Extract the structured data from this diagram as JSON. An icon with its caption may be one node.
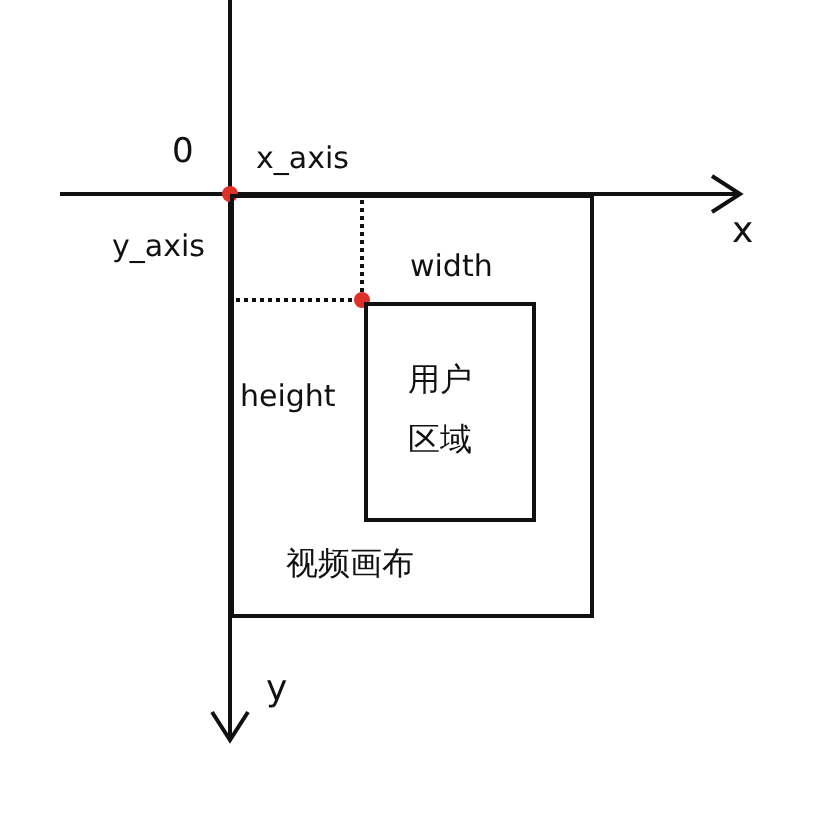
{
  "diagram": {
    "nodes": [
      {
        "text": [
          "视频画布"
        ]
      },
      {
        "text": [
          "用户区域"
        ],
        "in": 0
      }
    ],
    "edges": [],
    "labels": [
      "0",
      "x_axis",
      "x",
      "y_axis",
      "width",
      "height",
      "y"
    ]
  }
}
